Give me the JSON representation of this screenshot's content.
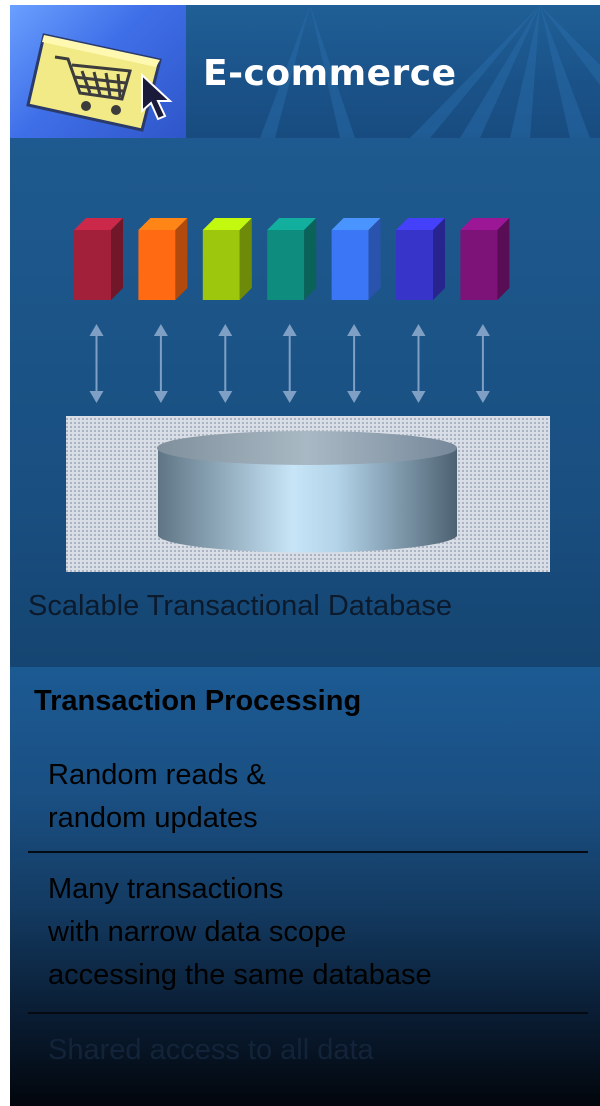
{
  "header": {
    "title": "E-commerce",
    "logo_icon": "shopping-cart-icon",
    "cursor_icon": "cursor-arrow-icon"
  },
  "diagram": {
    "blocks": [
      {
        "name": "block-red",
        "color": "#a3203a"
      },
      {
        "name": "block-orange",
        "color": "#ff6a12"
      },
      {
        "name": "block-lime",
        "color": "#9cc70c"
      },
      {
        "name": "block-teal",
        "color": "#0e8c7e"
      },
      {
        "name": "block-blue",
        "color": "#3b76f6"
      },
      {
        "name": "block-indigo",
        "color": "#3734c9"
      },
      {
        "name": "block-purple",
        "color": "#7d1278"
      }
    ],
    "connector": "double-arrow-icon",
    "database_icon": "database-cylinder-icon",
    "caption": "Scalable Transactional Database"
  },
  "transaction": {
    "title": "Transaction Processing",
    "items": [
      {
        "lines": [
          "Random reads &",
          "random updates"
        ]
      },
      {
        "lines": [
          "Many transactions",
          "with narrow data scope",
          "accessing the same database"
        ]
      },
      {
        "lines": [
          "Shared access to all data"
        ]
      }
    ]
  }
}
